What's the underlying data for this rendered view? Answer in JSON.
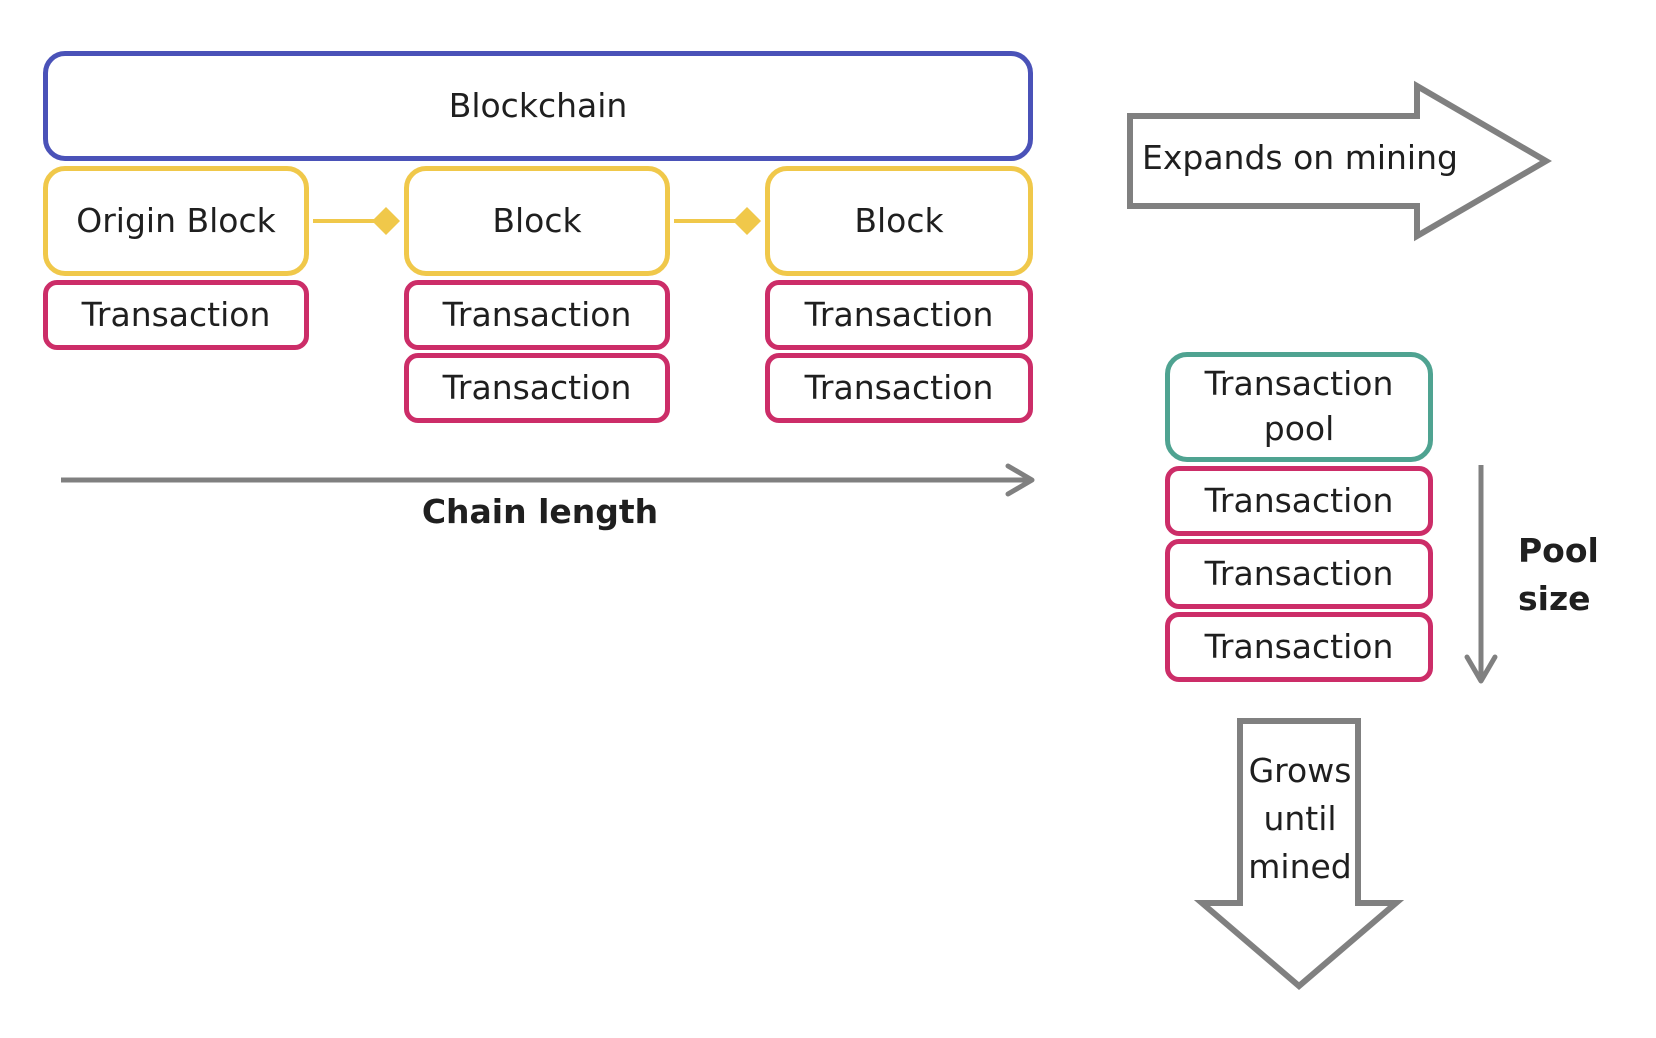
{
  "blockchain": {
    "label": "Blockchain"
  },
  "blocks": [
    {
      "label": "Origin Block",
      "transactions": [
        "Transaction"
      ]
    },
    {
      "label": "Block",
      "transactions": [
        "Transaction",
        "Transaction"
      ]
    },
    {
      "label": "Block",
      "transactions": [
        "Transaction",
        "Transaction"
      ]
    }
  ],
  "chain_length_label": "Chain length",
  "expands_label": "Expands on mining",
  "pool": {
    "label": "Transaction pool",
    "transactions": [
      "Transaction",
      "Transaction",
      "Transaction"
    ]
  },
  "pool_size_label": "Pool size",
  "grows_label": "Grows until mined",
  "colors": {
    "blockchain": "#4a52b8",
    "block": "#f0c84a",
    "transaction": "#cc2d68",
    "pool": "#4fa391",
    "arrow": "#808080"
  }
}
